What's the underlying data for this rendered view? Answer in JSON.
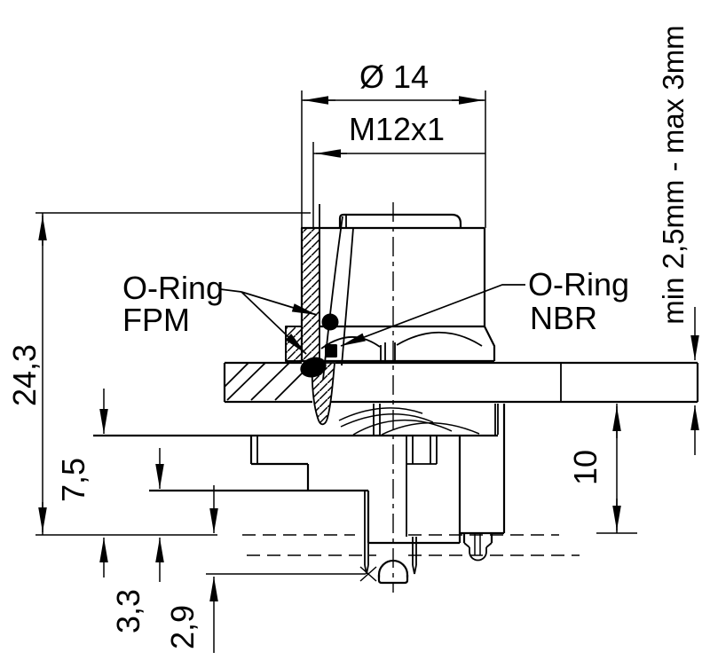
{
  "dimensions": {
    "diameter": "Ø 14",
    "thread": "M12x1",
    "overall_height": "24,3",
    "mid_height": "7,5",
    "pin_a": "3,3",
    "pin_b": "2,9",
    "rear_depth": "10",
    "panel_range": "min 2,5mm - max 3mm"
  },
  "annotations": {
    "oring_fpm_line1": "O-Ring",
    "oring_fpm_line2": "FPM",
    "oring_nbr_line1": "O-Ring",
    "oring_nbr_line2": "NBR"
  },
  "colors": {
    "line": "#000000",
    "background": "#ffffff"
  }
}
